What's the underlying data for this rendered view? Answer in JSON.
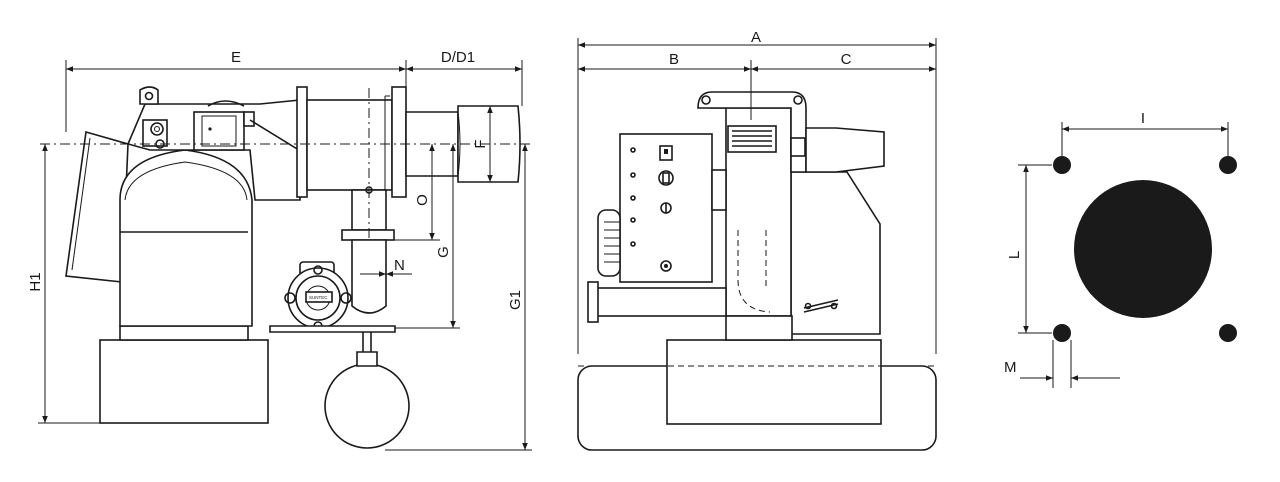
{
  "dimension_labels": {
    "E": "E",
    "D_D1": "D/D1",
    "F": "F",
    "O": "O",
    "G": "G",
    "N": "N",
    "G1": "G1",
    "H1": "H1",
    "A": "A",
    "B": "B",
    "C": "C",
    "I": "I",
    "L": "L",
    "M": "M"
  },
  "pump_brand": "SUNTEC",
  "views": [
    "side-view",
    "front-view",
    "flange-mounting-pattern"
  ],
  "colors": {
    "line": "#1a1a1a",
    "background": "#ffffff"
  }
}
